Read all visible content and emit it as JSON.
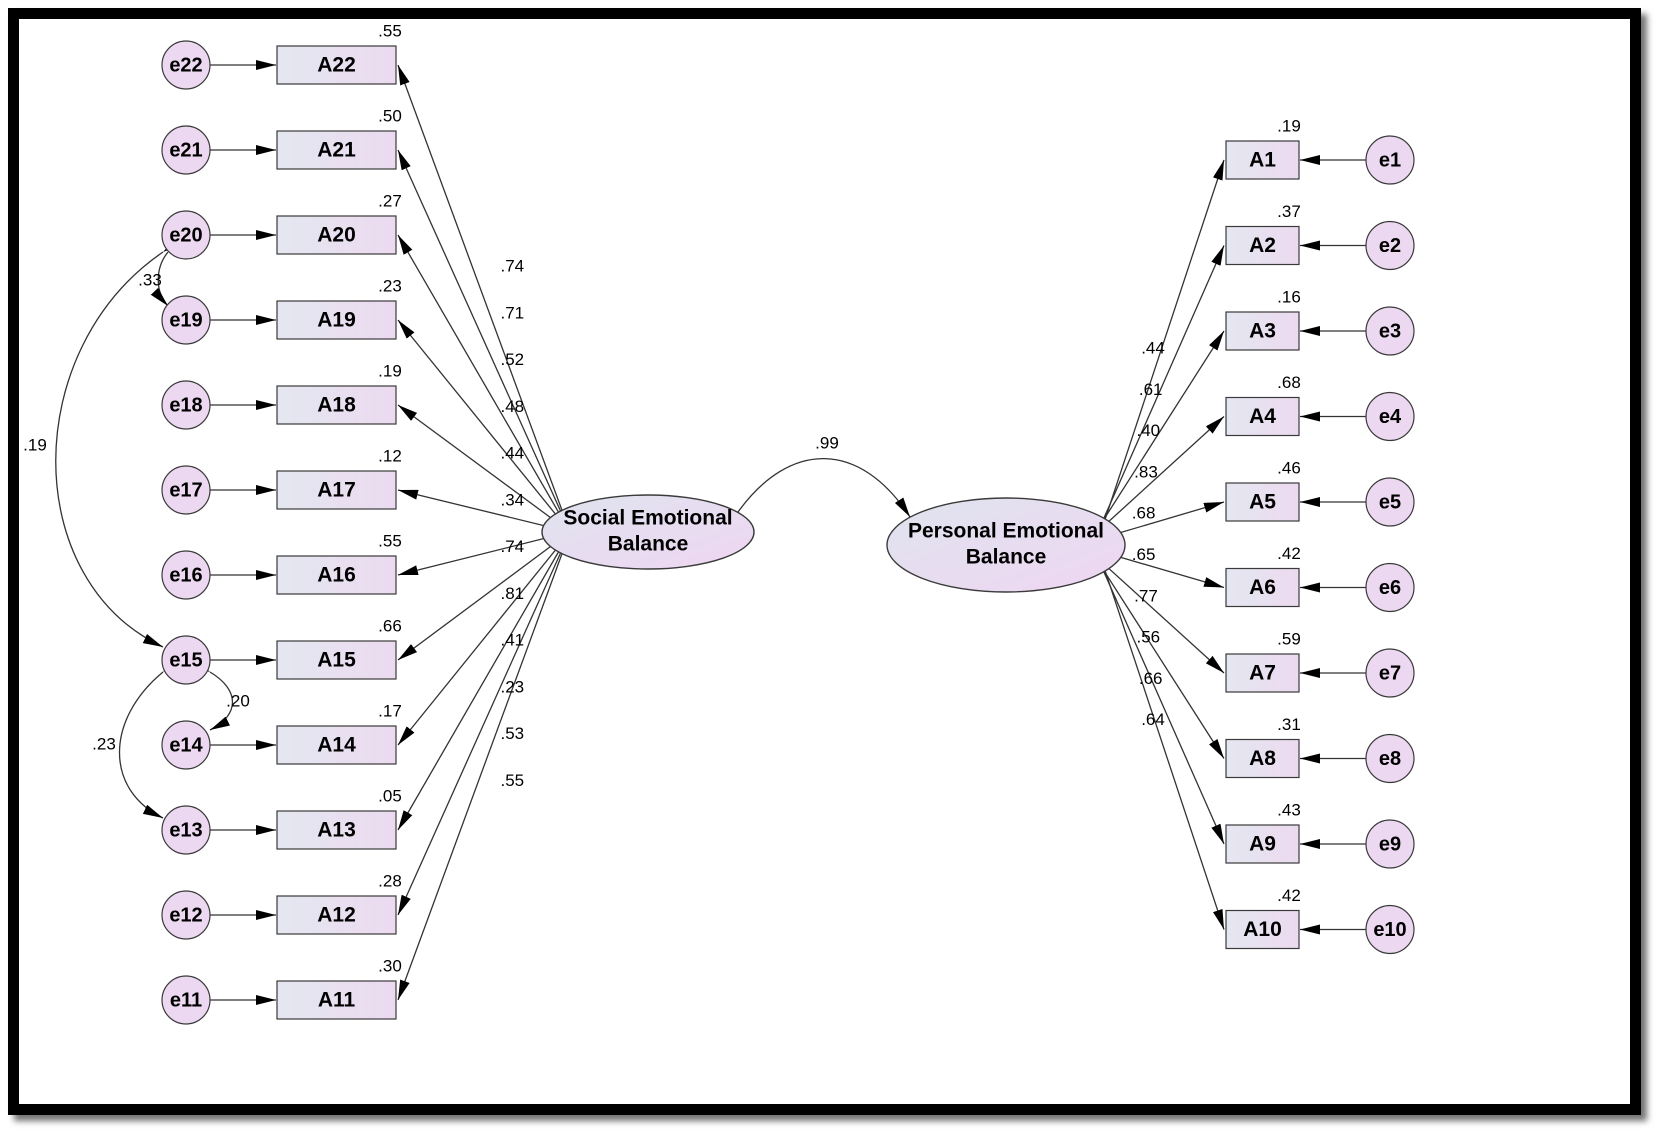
{
  "latents": {
    "social": {
      "line1": "Social Emotional",
      "line2": "Balance"
    },
    "personal": {
      "line1": "Personal Emotional",
      "line2": "Balance"
    }
  },
  "latent_correlation": ".99",
  "social_items": [
    {
      "item": "A22",
      "error": "e22",
      "r2": ".55",
      "loading": ".74"
    },
    {
      "item": "A21",
      "error": "e21",
      "r2": ".50",
      "loading": ".71"
    },
    {
      "item": "A20",
      "error": "e20",
      "r2": ".27",
      "loading": ".52"
    },
    {
      "item": "A19",
      "error": "e19",
      "r2": ".23",
      "loading": ".48"
    },
    {
      "item": "A18",
      "error": "e18",
      "r2": ".19",
      "loading": ".44"
    },
    {
      "item": "A17",
      "error": "e17",
      "r2": ".12",
      "loading": ".34"
    },
    {
      "item": "A16",
      "error": "e16",
      "r2": ".55",
      "loading": ".74"
    },
    {
      "item": "A15",
      "error": "e15",
      "r2": ".66",
      "loading": ".81"
    },
    {
      "item": "A14",
      "error": "e14",
      "r2": ".17",
      "loading": ".41"
    },
    {
      "item": "A13",
      "error": "e13",
      "r2": ".05",
      "loading": ".23"
    },
    {
      "item": "A12",
      "error": "e12",
      "r2": ".28",
      "loading": ".53"
    },
    {
      "item": "A11",
      "error": "e11",
      "r2": ".30",
      "loading": ".55"
    }
  ],
  "personal_items": [
    {
      "item": "A1",
      "error": "e1",
      "r2": ".19",
      "loading": ".44"
    },
    {
      "item": "A2",
      "error": "e2",
      "r2": ".37",
      "loading": ".61"
    },
    {
      "item": "A3",
      "error": "e3",
      "r2": ".16",
      "loading": ".40"
    },
    {
      "item": "A4",
      "error": "e4",
      "r2": ".68",
      "loading": ".83"
    },
    {
      "item": "A5",
      "error": "e5",
      "r2": ".46",
      "loading": ".68"
    },
    {
      "item": "A6",
      "error": "e6",
      "r2": ".42",
      "loading": ".65"
    },
    {
      "item": "A7",
      "error": "e7",
      "r2": ".59",
      "loading": ".77"
    },
    {
      "item": "A8",
      "error": "e8",
      "r2": ".31",
      "loading": ".56"
    },
    {
      "item": "A9",
      "error": "e9",
      "r2": ".43",
      "loading": ".66"
    },
    {
      "item": "A10",
      "error": "e10",
      "r2": ".42",
      "loading": ".64"
    }
  ],
  "error_covariances": [
    {
      "from": "e20",
      "to": "e19",
      "value": ".33"
    },
    {
      "from": "e20",
      "to": "e15",
      "value": ".19"
    },
    {
      "from": "e15",
      "to": "e14",
      "value": ".20"
    },
    {
      "from": "e15",
      "to": "e13",
      "value": ".23"
    }
  ],
  "colors": {
    "node_fill_start": "#dfe3ee",
    "node_fill_end": "#ecd8f0",
    "stroke": "#333333",
    "frame": "#000000"
  }
}
